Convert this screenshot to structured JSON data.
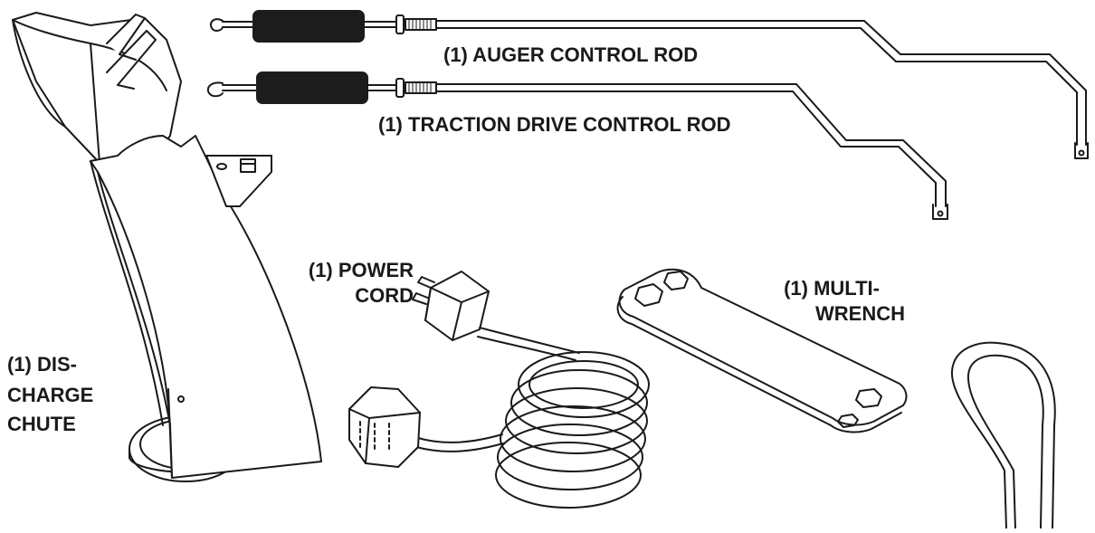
{
  "labels": {
    "auger_rod": "(1) AUGER CONTROL ROD",
    "traction_rod": "(1) TRACTION DRIVE CONTROL ROD",
    "power_cord_1": "(1) POWER",
    "power_cord_2": "CORD",
    "wrench_1": "(1) MULTI-",
    "wrench_2": "WRENCH",
    "chute_1": "(1) DIS-",
    "chute_2": "CHARGE",
    "chute_3": "CHUTE"
  },
  "colors": {
    "ink": "#1a1a1a",
    "grip": "#1c1c1c",
    "background": "#ffffff"
  }
}
